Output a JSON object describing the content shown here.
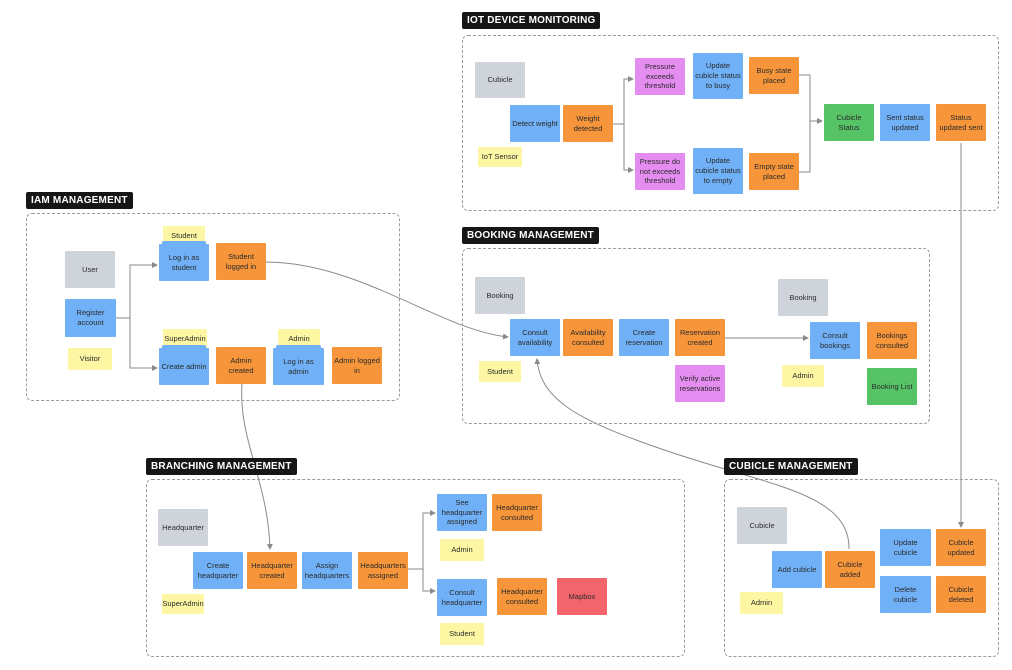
{
  "groups": {
    "iot": {
      "title": "IOT DEVICE MONITORING"
    },
    "iam": {
      "title": "IAM MANAGEMENT"
    },
    "booking": {
      "title": "BOOKING MANAGEMENT"
    },
    "branching": {
      "title": "BRANCHING MANAGEMENT"
    },
    "cubicle": {
      "title": "CUBICLE MANAGEMENT"
    }
  },
  "notes": {
    "iot_cubicle": "Cubicle",
    "iot_detect_weight": "Detect weight",
    "iot_weight_detected": "Weight detected",
    "iot_sensor": "IoT Sensor",
    "iot_pressure_exceeds": "Pressure exceeds threshold",
    "iot_pressure_not_exceeds": "Pressure do not exceeds threshold",
    "iot_update_busy": "Update cubicle status to busy",
    "iot_update_empty": "Update cubicle status to empty",
    "iot_busy_placed": "Busy state placed",
    "iot_empty_placed": "Empty state placed",
    "iot_cubicle_status": "Cubicle Status",
    "iot_sent_status": "Sent status updated",
    "iot_status_sent": "Status updated sent",
    "iam_student_actor": "Student",
    "iam_login_student": "Log in as student",
    "iam_student_logged": "Student logged in",
    "iam_user": "User",
    "iam_register": "Register account",
    "iam_visitor": "Visitor",
    "iam_superadmin_actor": "SuperAdmin",
    "iam_create_admin": "Create admin",
    "iam_admin_created": "Admin created",
    "iam_admin_actor": "Admin",
    "iam_login_admin": "Log in as admin",
    "iam_admin_logged": "Admin logged in",
    "bk_booking": "Booking",
    "bk_consult_availability": "Consult availability",
    "bk_availability_consulted": "Availability consulted",
    "bk_create_reservation": "Create reservation",
    "bk_reservation_created": "Reservation created",
    "bk_verify_active": "Verify active reservations",
    "bk_student": "Student",
    "bk_booking2": "Booking",
    "bk_consult_bookings": "Consult bookings",
    "bk_bookings_consulted": "Bookings consulted",
    "bk_admin": "Admin",
    "bk_booking_list": "Booking List",
    "br_headquarter": "Headquarter",
    "br_create_hq": "Create headquarter",
    "br_hq_created": "Headquarter created",
    "br_assign_hq": "Assign headquarters",
    "br_hq_assigned": "Headquarters assigned",
    "br_superadmin": "SuperAdmin",
    "br_see_hq_assigned": "See headquarter assigned",
    "br_hq_consulted1": "Headquarter consulted",
    "br_admin": "Admin",
    "br_consult_hq": "Consult headquarter",
    "br_hq_consulted2": "Headquarter consulted",
    "br_mapbox": "Mapbox",
    "br_student": "Student",
    "cu_cubicle": "Cubicle",
    "cu_add_cubicle": "Add cubicle",
    "cu_cubicle_added": "Cubicle added",
    "cu_admin": "Admin",
    "cu_update_cubicle": "Update cubicle",
    "cu_cubicle_updated": "Cubicle updated",
    "cu_delete_cubicle": "Delete cubicle",
    "cu_cubicle_deleted": "Cubicle deleted"
  },
  "colors": {
    "command": "#6fb0f6",
    "event": "#f7953a",
    "aggregate": "#cfd4da",
    "actor": "#fdf7a3",
    "policy": "#e48cf0",
    "read_model": "#56c466",
    "external_system": "#f3656d"
  }
}
